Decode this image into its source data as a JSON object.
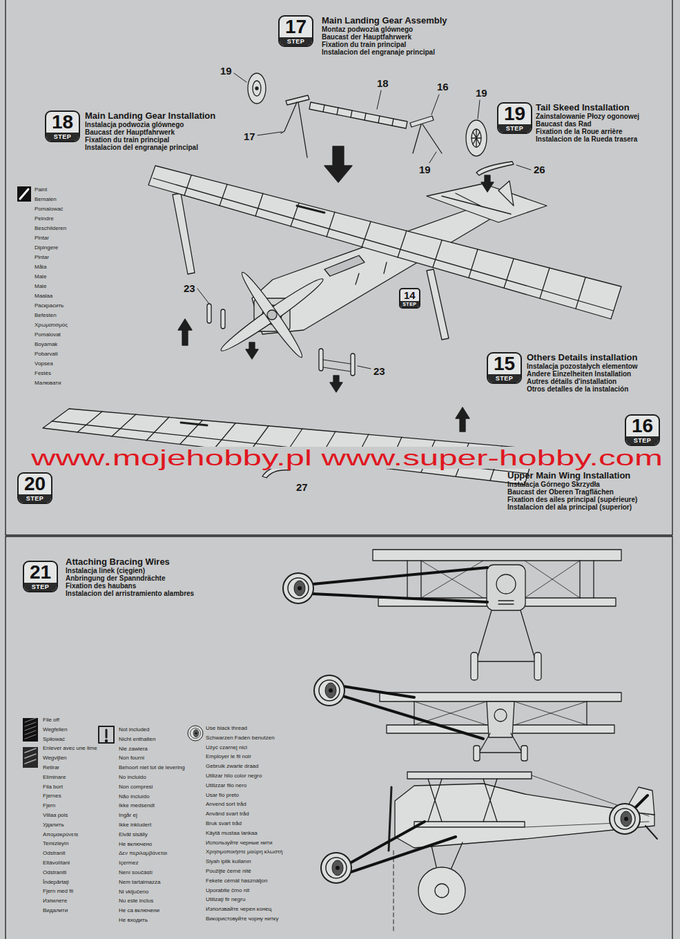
{
  "diagram": {
    "nodes": [
      {
        "text": [
          "17",
          "STEP",
          "Main Landing Gear Assembly",
          "Montaz podwozia glównego",
          "Baucast der Hauptfahrwerk",
          "Fixation du train principal",
          "Instalacion del engranaje principal"
        ]
      },
      {
        "text": [
          "18",
          "STEP",
          "Main Landing Gear Installation",
          "Instalacja podwozia glównego",
          "Baucast der Hauptfahrwerk",
          "Fixation du train principal",
          "Instalacion del engranaje principal"
        ]
      },
      {
        "text": [
          "19",
          "STEP",
          "Tail Skeed Installation",
          "Zainstalowanie Płozy ogonowej",
          "Baucast das Rad",
          "Fixation de la Roue arrière",
          "Instalacion de la Rueda trasera"
        ]
      },
      {
        "text": [
          "14",
          "STEP"
        ]
      },
      {
        "text": [
          "15",
          "STEP",
          "Others Details installation",
          "Instalacja pozostałych elementow",
          "Andere Einzelheiten Installation",
          "Autres détails d'installation",
          "Otros detalles de la instalación"
        ]
      },
      {
        "text": [
          "16",
          "STEP",
          "Upper Main Wing Installation",
          "Instalacja Górnego Skrzydła",
          "Baucast der Oberen Tragflächen",
          "Fixation des ailes principal (supérieure)",
          "Instalacion del ala principal (superior)"
        ]
      },
      {
        "text": [
          "20",
          "STEP"
        ]
      },
      {
        "text": [
          "21",
          "STEP",
          "Attaching Bracing Wires",
          "Instalacja linek (cięgien)",
          "Anbringung der Spanndrächte",
          "Fixation des haubans",
          "Instalacion del arristramiento alambres"
        ]
      }
    ],
    "labels": [
      "19",
      "18",
      "16",
      "19",
      "17",
      "19",
      "26",
      "23",
      "23",
      "27",
      "www.mojehobby.pl www.super-hobby.com"
    ],
    "legend": [
      {
        "text": "Paint"
      },
      {
        "text": "Bemalen"
      },
      {
        "text": "Pomalować"
      },
      {
        "text": "Peindre"
      },
      {
        "text": "Beschilderen"
      },
      {
        "text": "Pintar"
      },
      {
        "text": "Dipingere"
      },
      {
        "text": "Pintar"
      },
      {
        "text": "Måla"
      },
      {
        "text": "Male"
      },
      {
        "text": "Male"
      },
      {
        "text": "Maalaa"
      },
      {
        "text": "Раскрасить"
      },
      {
        "text": "Befesten"
      },
      {
        "text": "Χρωματισμός"
      },
      {
        "text": "Pomalovat"
      },
      {
        "text": "Boyamak"
      },
      {
        "text": "Pobarvati"
      },
      {
        "text": "Vopsea"
      },
      {
        "text": "Festés"
      },
      {
        "text": "Малювати"
      },
      {
        "text": "File off"
      },
      {
        "text": "Wegfeilen"
      },
      {
        "text": "Spiłować"
      },
      {
        "text": "Enlever avec une lime"
      },
      {
        "text": "Wegvijlen"
      },
      {
        "text": "Retirar"
      },
      {
        "text": "Eliminare"
      },
      {
        "text": "Fila bort"
      },
      {
        "text": "Fjernes"
      },
      {
        "text": "Fjern"
      },
      {
        "text": "Viilaa pois"
      },
      {
        "text": "Удалить"
      },
      {
        "text": "Απομακρύνετε"
      },
      {
        "text": "Temizleyin"
      },
      {
        "text": "Odstranit"
      },
      {
        "text": "Eltávolítani"
      },
      {
        "text": "Odstraniti"
      },
      {
        "text": "Îndepărtaţi"
      },
      {
        "text": "Fjern med fil"
      },
      {
        "text": "Изпилете"
      },
      {
        "text": "Видалити"
      },
      {
        "text": "Not included"
      },
      {
        "text": "Nicht enthalten"
      },
      {
        "text": "Nie zawiera"
      },
      {
        "text": "Non fourni"
      },
      {
        "text": "Behoort niet tot de levering"
      },
      {
        "text": "No incluido"
      },
      {
        "text": "Non compresi"
      },
      {
        "text": "Não incluído"
      },
      {
        "text": "Ikke medsendt"
      },
      {
        "text": "Ingår ej"
      },
      {
        "text": "Ikke inkludert"
      },
      {
        "text": "Eivät sisälly"
      },
      {
        "text": "Не включено"
      },
      {
        "text": "Δεν περιλαμβάνεται"
      },
      {
        "text": "Içermez"
      },
      {
        "text": "Není součástí"
      },
      {
        "text": "Nem tartalmazza"
      },
      {
        "text": "Ni vključeno"
      },
      {
        "text": "Nu este inclus"
      },
      {
        "text": "Не са включени"
      },
      {
        "text": "Не входить"
      },
      {
        "text": "Use black thread"
      },
      {
        "text": "Schwarzen Faden benutzen"
      },
      {
        "text": "Użyć czarnej nici"
      },
      {
        "text": "Employer le fil noir"
      },
      {
        "text": "Gebruik zwarte draad"
      },
      {
        "text": "Utilizar hilo color negro"
      },
      {
        "text": "Utilizzar filo nero"
      },
      {
        "text": "Usar fio preto"
      },
      {
        "text": "Anvend sort tråd"
      },
      {
        "text": "Använd svart tråd"
      },
      {
        "text": "Bruk svart tråd"
      },
      {
        "text": "Käytä mustaa lankaa"
      },
      {
        "text": "Используйте черные нити"
      },
      {
        "text": "Χρησιμοποιήστε μαύρη κλωστή"
      },
      {
        "text": "Siyah iplik kullanın"
      },
      {
        "text": "Použijte černé nitě"
      },
      {
        "text": "Fekete cérnát használjon"
      },
      {
        "text": "Uporabite črno nit"
      },
      {
        "text": "Utilizaţi fir negru"
      },
      {
        "text": "Използвайте черен конец"
      },
      {
        "text": "Використовуйте чорну нитку"
      }
    ]
  }
}
